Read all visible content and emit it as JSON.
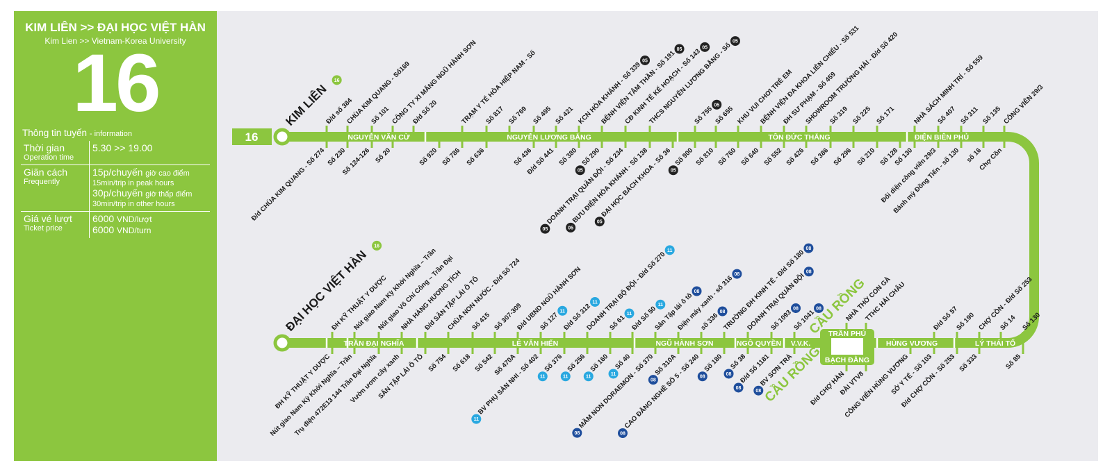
{
  "info_panel": {
    "title": "KIM LIÊN >> ĐẠI HỌC VIỆT HÀN",
    "subtitle": "Kim Lien >> Vietnam-Korea University",
    "route_number": "16",
    "info_heading": "Thông tin tuyến",
    "info_heading_en": "- information",
    "rows": [
      {
        "label": "Thời gian",
        "label_en": "Operation time",
        "values": [
          {
            "main": "5.30 >> 19.00",
            "note": ""
          }
        ]
      },
      {
        "label": "Giãn cách",
        "label_en": "Frequently",
        "values": [
          {
            "main": "15p/chuyến",
            "note": "giờ cao điểm",
            "en": "15min/trip in peak hours"
          },
          {
            "main": "30p/chuyến",
            "note": "giờ thấp điểm",
            "en": "30min/trip in other hours"
          }
        ]
      },
      {
        "label": "Giá vé lượt",
        "label_en": "Ticket price",
        "values": [
          {
            "main": "6000",
            "note": "VND/lượt"
          },
          {
            "main": "6000",
            "note": "VND/turn"
          }
        ]
      }
    ]
  },
  "colors": {
    "route": "#8cc63f",
    "badge_05": "#222222",
    "badge_11": "#29a8e0",
    "badge_08": "#1f4e9c"
  },
  "route": {
    "number_box": "16",
    "start_terminal": "KIM LIÊN",
    "end_terminal": "ĐẠI HỌC VIỆT HÀN",
    "terminal_badge": "16",
    "top_streets": [
      "NGUYỄN VĂN CỪ",
      "NGUYỄN LƯƠNG BẰNG",
      "TÔN ĐỨC THẮNG",
      "ĐIỆN BIÊN PHỦ"
    ],
    "bottom_streets": [
      "TRẦN ĐẠI NGHĨA",
      "LÊ VĂN HIẾN",
      "NGŨ HÀNH SƠN",
      "NGÔ QUYỀN",
      "V.V.K.",
      "TRẦN PHÚ",
      "BẠCH ĐẰNG",
      "HÙNG VƯƠNG",
      "LÝ THÁI TỔ"
    ],
    "bridge_label": "CẦU RỒNG",
    "top_above": [
      {
        "label": "Đ/d số 384"
      },
      {
        "label": "CHÙA KIM QUANG - Số169"
      },
      {
        "label": "Số 101"
      },
      {
        "label": "CÔNG TY XI MĂNG NGŨ HÀNH SƠN"
      },
      {
        "label": "Đ/d Số 20"
      },
      {
        "label": "TRẠM Y TẾ HÒA HIỆP NAM - Số"
      },
      {
        "label": "Số 817"
      },
      {
        "label": "Số 769"
      },
      {
        "label": "Số 495"
      },
      {
        "label": "Số 421"
      },
      {
        "label": "KCN HÒA KHÁNH - Số 339",
        "badge": "05"
      },
      {
        "label": "BỆNH VIỆN TÂM THẦN - Số 191",
        "badge": "05"
      },
      {
        "label": "CĐ KINH TẾ KẾ HOẠCH - Số 143",
        "badge": "05"
      },
      {
        "label": "THCS NGUYỄN LƯƠNG BẰNG - Số",
        "badge": "05"
      },
      {
        "label": "Số 755",
        "badge": "05"
      },
      {
        "label": "Số 655"
      },
      {
        "label": "KHU VUI CHƠI TRẺ EM"
      },
      {
        "label": "BỆNH VIỆN ĐA KHOA LIÊN CHIỂU - Số 531"
      },
      {
        "label": "ĐH SƯ PHẠM - Số 459"
      },
      {
        "label": "SHOWROOM TRƯỜNG HẢI - Đ/d Số 420"
      },
      {
        "label": "Số 319"
      },
      {
        "label": "Số 225"
      },
      {
        "label": "Số 171"
      },
      {
        "label": "NHÀ SÁCH MINH TRÍ - Số 559"
      },
      {
        "label": "Số 407"
      },
      {
        "label": "Số 311"
      },
      {
        "label": "Số 135"
      },
      {
        "label": "CÔNG VIÊN 29/3"
      }
    ],
    "top_below": [
      {
        "label": "Đ/d CHÙA KIM QUANG - Số 274"
      },
      {
        "label": "Số 230"
      },
      {
        "label": "Số 124-126"
      },
      {
        "label": "Số 20"
      },
      {
        "label": "Số 920"
      },
      {
        "label": "Số 786"
      },
      {
        "label": "Số 636"
      },
      {
        "label": "Số 436"
      },
      {
        "label": "Đ/d Số 441"
      },
      {
        "label": "Số 380"
      },
      {
        "label": "Số 290",
        "badge": "05"
      },
      {
        "label": "DOANH TRẠI QUÂN ĐỘI - Số 234",
        "badge": "05"
      },
      {
        "label": "BƯU ĐIỆN HÒA KHÁNH - Số 138",
        "badge": "05"
      },
      {
        "label": "ĐẠI HỌC BÁCH KHOA - Số 36",
        "badge": "05"
      },
      {
        "label": "Số 900",
        "badge": "05"
      },
      {
        "label": "Số 810"
      },
      {
        "label": "Số 760"
      },
      {
        "label": "Số 640"
      },
      {
        "label": "Số 552"
      },
      {
        "label": "Số 426"
      },
      {
        "label": "Số 386"
      },
      {
        "label": "Số 296"
      },
      {
        "label": "Số 210"
      },
      {
        "label": "Số 128"
      },
      {
        "label": "Số 130"
      },
      {
        "label": "Đối diện công viên 29/3"
      },
      {
        "label": "Bánh mỳ Đồng Tiến - số 130"
      },
      {
        "label": "số 16"
      },
      {
        "label": "Chợ Cồn"
      }
    ],
    "bottom_above": [
      {
        "label": "ĐH KỸ THUẬT Y DƯỢC"
      },
      {
        "label": "Nút giao Nam Kỳ Khởi Nghĩa – Trần"
      },
      {
        "label": "Nút giao Võ Chí Công – Trần Đại"
      },
      {
        "label": "NHÀ HÀNG HƯƠNG TÍCH"
      },
      {
        "label": "Đ/d SÂN TẬP LÁI Ô TÔ"
      },
      {
        "label": "CHÙA NON NƯỚC - Đ/d Số 724"
      },
      {
        "label": "Số 415"
      },
      {
        "label": "Số 307-309"
      },
      {
        "label": "Đ/d UBND NGŨ HÀNH SƠN"
      },
      {
        "label": "Số 127",
        "badge": "11"
      },
      {
        "label": "Đ/d Số 312",
        "badge": "11"
      },
      {
        "label": "DOANH TRẠI BỘ ĐỘI - Đ/d Số 270",
        "badge": "11"
      },
      {
        "label": "Số 61",
        "badge": "11"
      },
      {
        "label": "Đ/d Số 50",
        "badge": "11"
      },
      {
        "label": "Sân Tập lái ô tô",
        "badge": "08"
      },
      {
        "label": "Điện máy xanh - số 316",
        "badge": "08"
      },
      {
        "label": "số 336",
        "badge": "08"
      },
      {
        "label": "TRƯỜNG ĐH KINH TẾ - Đ/d Số 180",
        "badge": "08"
      },
      {
        "label": "DOANH TRẠI QUÂN ĐỘI",
        "badge": "08"
      },
      {
        "label": "Số 1093",
        "badge": "08"
      },
      {
        "label": "Số 1041",
        "badge": "08"
      },
      {
        "label": "NHÀ THỜ CON GÀ"
      },
      {
        "label": "TTHC HẢI CHÂU"
      },
      {
        "label": "Đ/d Số 57"
      },
      {
        "label": "Số 190"
      },
      {
        "label": "CHỢ CỒN - Đ/d Số 253"
      },
      {
        "label": "Số 14"
      },
      {
        "label": "Số 130"
      }
    ],
    "bottom_below": [
      {
        "label": "ĐH KỸ THUẬT Y DƯỢC"
      },
      {
        "label": "Nút giao Nam Kỳ Khởi Nghĩa – Trần"
      },
      {
        "label": "Trụ điện 472E13 144 Trần Đại Nghĩa"
      },
      {
        "label": "Vườn ươm cây xanh"
      },
      {
        "label": "SÂN TẬP LÁI Ô TÔ"
      },
      {
        "label": "Số 754"
      },
      {
        "label": "Số 618"
      },
      {
        "label": "Số 542"
      },
      {
        "label": "Số 470A"
      },
      {
        "label": "BV PHỤ SẢN NHI - Số 402",
        "badge": "11"
      },
      {
        "label": "Số 376",
        "badge": "11"
      },
      {
        "label": "Số 256",
        "badge": "11"
      },
      {
        "label": "Số 160",
        "badge": "11"
      },
      {
        "label": "Số 40",
        "badge": "11"
      },
      {
        "label": "MẦM NON DORAEMON - Số 370",
        "badge": "08"
      },
      {
        "label": "Số 310A",
        "badge": "08"
      },
      {
        "label": "CAO ĐẲNG NGHỀ SỐ 5 - Số 240",
        "badge": "08"
      },
      {
        "label": "Số 180",
        "badge": "08"
      },
      {
        "label": "Số 38",
        "badge": "08"
      },
      {
        "label": "Đ/d Số 1181",
        "badge": "08"
      },
      {
        "label": "BV SƠN TRÀ",
        "badge": "08"
      },
      {
        "label": "Đ/d CHỢ HÀN"
      },
      {
        "label": "ĐÀI VTV8"
      },
      {
        "label": "CÔNG VIÊN HÙNG VƯƠNG"
      },
      {
        "label": "SỞ Y TẾ - Số 103"
      },
      {
        "label": "Đ/d CHỢ CỒN - Số 253"
      },
      {
        "label": "Số 333"
      },
      {
        "label": "Số 85"
      }
    ]
  }
}
